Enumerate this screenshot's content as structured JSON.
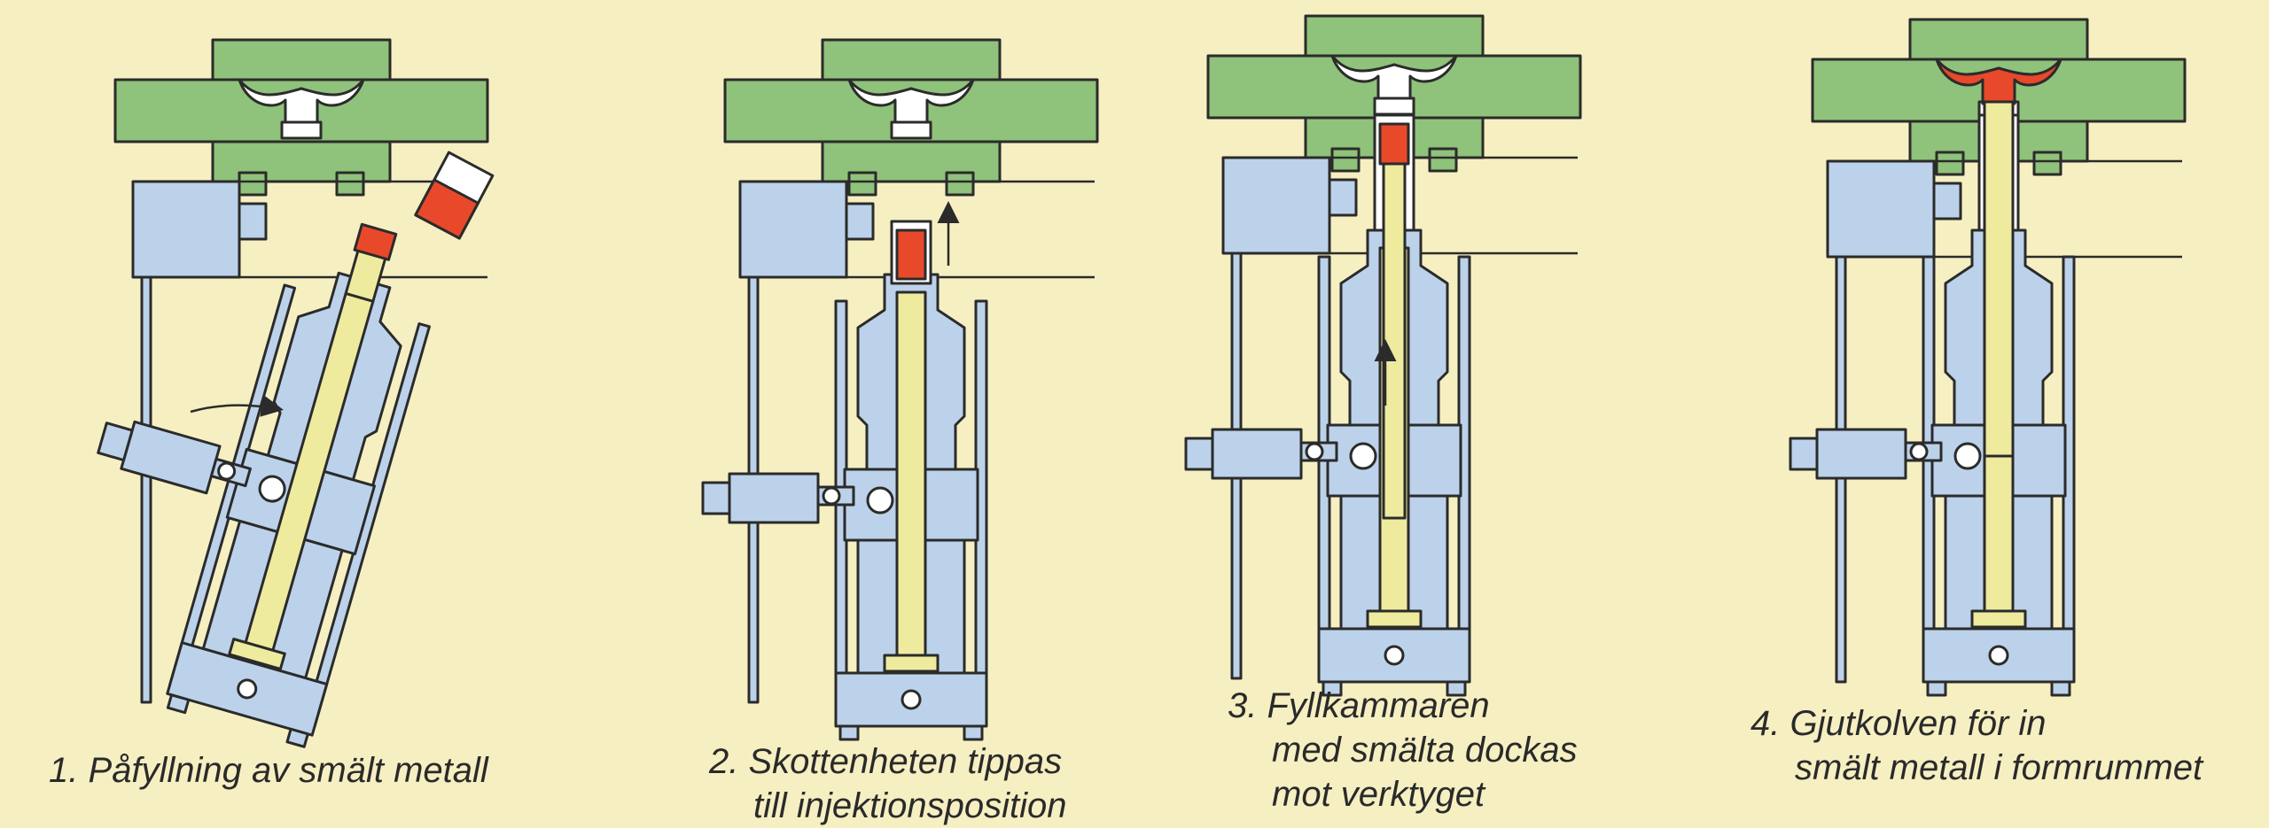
{
  "colors": {
    "background": "#f6efc2",
    "die": "#8fc27a",
    "machine": "#bcd2ea",
    "plunger": "#eeeb9f",
    "molten_metal": "#e8492a",
    "outline": "#2b2b2b"
  },
  "steps": [
    {
      "number": "1.",
      "lines": [
        "Påfyllning av smält metall"
      ]
    },
    {
      "number": "2.",
      "lines": [
        "Skottenheten tippas",
        "till injektionsposition"
      ]
    },
    {
      "number": "3.",
      "lines": [
        "Fyllkammaren",
        "med smälta dockas",
        "mot verktyget"
      ]
    },
    {
      "number": "4.",
      "lines": [
        "Gjutkolven för in",
        "smält metall i formrummet"
      ]
    }
  ]
}
